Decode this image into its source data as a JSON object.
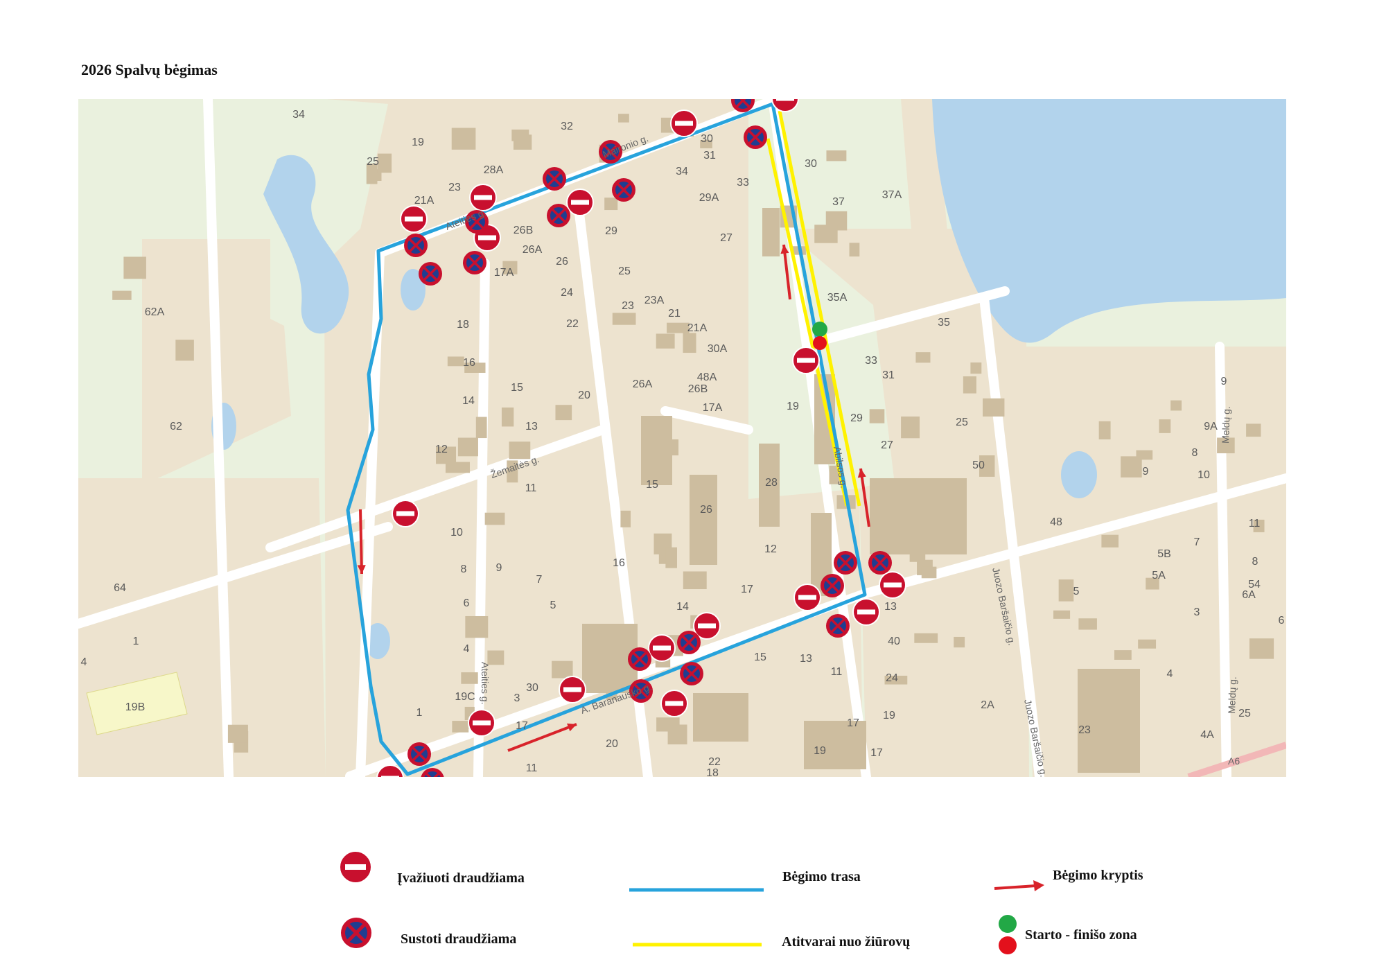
{
  "title": "2026 Spalvų bėgimas",
  "map": {
    "colors": {
      "background": "#eaf1de",
      "block": "#ede3cf",
      "building": "#cdbd9f",
      "water": "#b2d3ec",
      "road": "#ffffff",
      "route": "#27a3dc",
      "barrier": "#fff200",
      "arrow": "#d8232a",
      "no_entry": "#c8102e",
      "no_stopping_bg": "#1f3e91",
      "start_green": "#22a846",
      "start_red": "#e3101c"
    },
    "street_labels": [
      "Maironio g.",
      "Ateities g.",
      "Žemaitės g.",
      "Ateities g.",
      "A. Baranausko g.",
      "Abilsos g.",
      "Juozo Baršaičio g.",
      "Juozo Baršaičio g.",
      "Meldų g.",
      "Meldų g.",
      "A6"
    ],
    "house_numbers": [
      "19",
      "25",
      "28A",
      "23",
      "21A",
      "26B",
      "26A",
      "17A",
      "26",
      "25",
      "24",
      "23",
      "23A",
      "21",
      "21A",
      "30A",
      "22",
      "20",
      "17",
      "18",
      "16",
      "15",
      "14",
      "13",
      "12",
      "11",
      "10",
      "9",
      "8",
      "7",
      "6",
      "5",
      "4",
      "3",
      "1",
      "30",
      "34",
      "32",
      "30",
      "34",
      "31",
      "33",
      "29A",
      "29",
      "27",
      "30",
      "37",
      "37A",
      "35A",
      "35",
      "33",
      "31",
      "29",
      "27",
      "25",
      "50",
      "48",
      "48A",
      "26B",
      "17A",
      "26A",
      "19",
      "28",
      "26",
      "15",
      "17",
      "16",
      "14",
      "12",
      "13",
      "40",
      "24",
      "19",
      "17",
      "15",
      "13",
      "11",
      "17",
      "19",
      "22",
      "18",
      "20",
      "11",
      "9",
      "9A",
      "8",
      "9",
      "10",
      "11",
      "8",
      "54",
      "6A",
      "6",
      "7",
      "5A",
      "5B",
      "5",
      "3",
      "4",
      "4A",
      "25",
      "23",
      "2A",
      "62A",
      "62",
      "64",
      "1",
      "4",
      "19B",
      "19C",
      "5A",
      "3A",
      "3",
      "1",
      "4"
    ],
    "legend": {
      "no_entry": "Įvažiuoti draudžiama",
      "no_stopping": "Sustoti draudžiama",
      "route": "Bėgimo trasa",
      "barrier": "Atitvarai nuo žiūrovų",
      "direction": "Bėgimo kryptis",
      "start_finish": "Starto - finišo zona"
    }
  }
}
